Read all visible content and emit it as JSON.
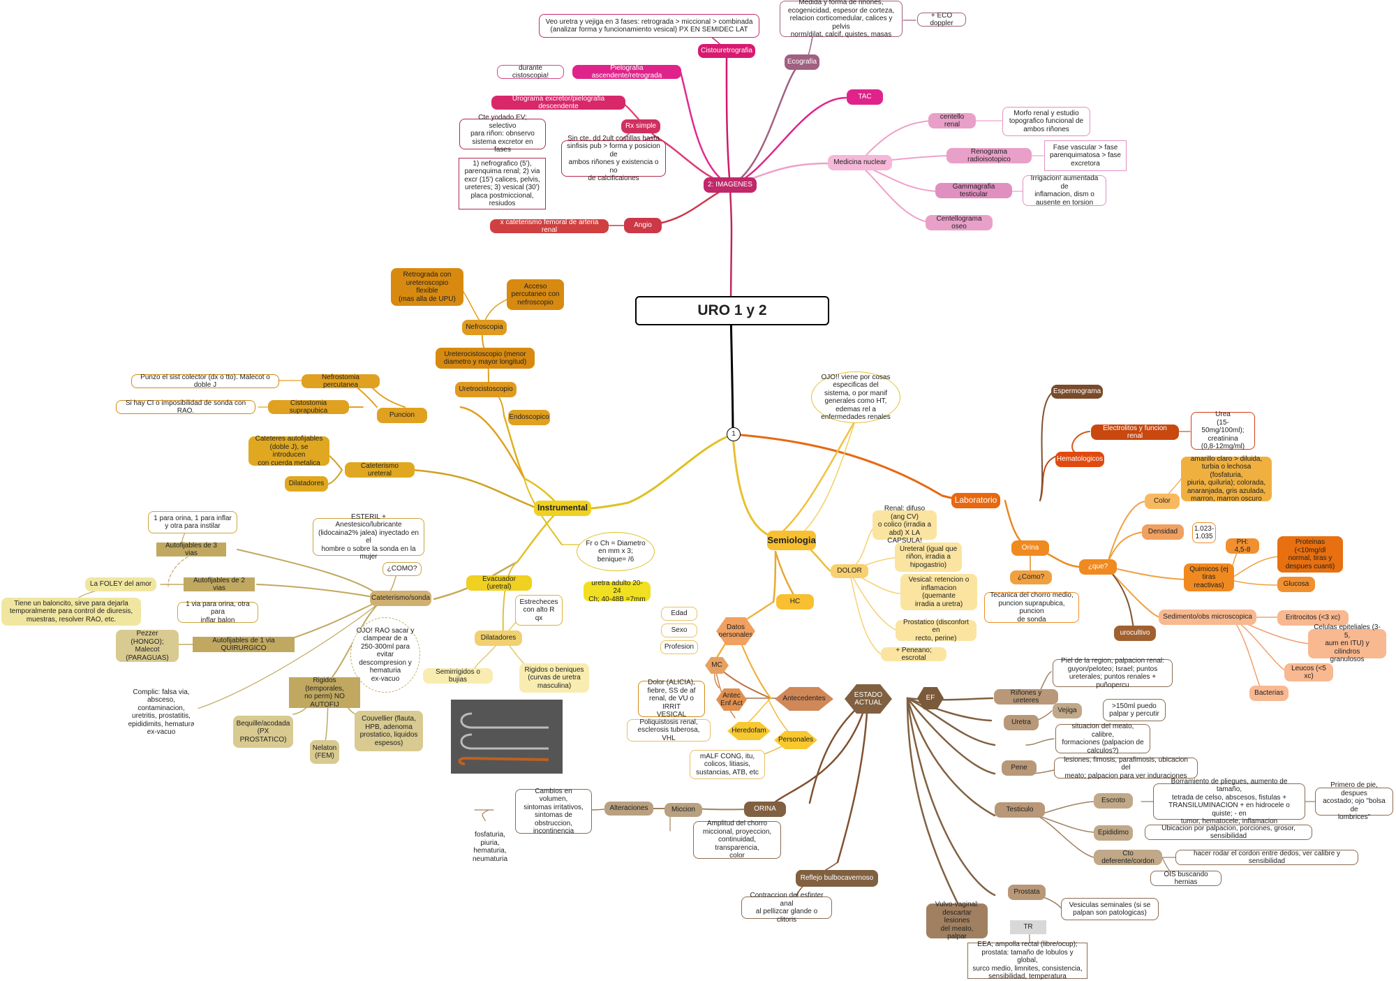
{
  "nodes": {
    "central_title": "URO 1 y 2",
    "badge_1": "1",
    "imagenes": "2: IMAGENES",
    "cistouretrografia": "Cistouretrografia",
    "cistouretrografia_note": "Veo uretra y vejiga en 3 fases: retrograda > miccional > combinada\n(analizar forma y funcionamiento vesical) PX EN SEMIDEC LAT",
    "pielografia_asc": "Pielografia ascendente/retrograda",
    "cistoscopia_note": "durante cistoscopia!",
    "urograma": "Urograma excretor/pielografia descendente",
    "rx_simple": "Rx simple",
    "cte_yodado": "Cte yodado EV; selectivo\npara riñon: obnservo\nsistema excretor en fases",
    "fases_urograma": "1) nefrografico (5'),\nparenquima renal; 2) via\nexcr (15') calices, pelvis,\nureteres; 3) vesical (30')\nplaca postmiccional,\nresiudos",
    "rx_simple_note": "Sin cte, dd 2ult costillas hasta\nsinfisis pub > forma y posicion de\nambos riñones y existencia o no\nde calcificaiones",
    "angio": "Angio",
    "cateterismo_femoral": "x cateterismo femoral de arteria renal",
    "ecografia": "Ecografia",
    "ecografia_note": "Medida y forma de riñones,\necogenicidad, espesor de corteza,\nrelacion corticomedular, calices y pelvis\nnorm/dilat, calcif, quistes, masas",
    "eco_doppler": "+ ECO doppler",
    "tac": "TAC",
    "medicina_nuclear": "Medicina nuclear",
    "centello_renal": "centello renal",
    "centello_renal_note": "Morfo renal y estudio\ntopografico funcional de\nambos riñones",
    "renograma": "Renograma radioisotopico",
    "renograma_note": "Fase vascular > fase\nparenquimatosa > fase\nexcretora",
    "gammagrafia": "Gammagrafia testicular",
    "gammagrafia_note": "Irrigacion! aumentada de\ninflamacion, dism o\nausente en torsion",
    "centellograma": "Centellograma oseo",
    "instrumental": "Instrumental",
    "uretero_flexible": "Retrograda con\nureteroscopio flexible\n(mas alla de UPU)",
    "acceso_percutaneo": "Acceso\npercutaneo con\nnefroscopio",
    "nefroscopia": "Nefroscopia",
    "ureterocistoscopio": "Ureterocistoscopio (menor\ndiametro y mayor longitud)",
    "uretrocistoscopio": "Uretrocistoscopio",
    "endoscopico": "Endoscopico",
    "puncion": "Puncion",
    "nefrostomia": "Nefrostomia percutanea",
    "nefrostomia_note": "Punzo el sist colector (dx o tto). Malecot o doble J",
    "cistostomia": "Cistostomia suprapubica",
    "cistostomia_note": "Si hay CI o imposibilidad de sonda con RAO.",
    "cateterismo_ureteral": "Cateterismo ureteral",
    "cateteres_autofijables": "Cateteres autofijables\n(doble J), se introducen\ncon cuerda metalica",
    "dilatadores_u": "Dilatadores",
    "evacuador": "Evacuador (uretral)",
    "cateterismo_sonda": "Cateterismo/sonda",
    "esteril": "ESTERIL + Anestesico/lubricante\n(lidocaina2% jalea) inyectado en el\nhombre o sobre la sonda en la\nmujer",
    "como": "¿COMO?",
    "tres_vias_note": "1 para orina, 1 para inflar\ny otra para instilar",
    "tres_vias": "Autofijables de 3 vias",
    "dos_vias": "Autofijables de 2 vias",
    "foley": "La FOLEY del amor",
    "baloncito": "Tiene un baloncito, sirve para dejarla\ntemporalmente para control de diuresis,\nmuestras, resolver RAO, etc.",
    "una_via_note": "1 via para orina, otra para\ninflar balon",
    "una_via": "Autofijables de 1 via QUIRURGICO",
    "pezzer": "Pezzer (HONGO);\nMalecot\n(PARAGUAS)",
    "rao_note": "OJO! RAO sacar y\nclampear de a\n250-300ml para\nevitar\ndescompresion y\nhematuria\nex-vacuo",
    "rigidos": "Rigidos (temporales,\nno perm) NO\nAUTOFIJ",
    "complic": "Complic: falsa via,\nabsceso,\ncontaminacion,\nuretritis, prostatitis,\nepididimits, hematura\nex-vacuo",
    "bequille": "Bequille/acodada\n(PX PROSTATICO)",
    "nelaton": "Nelaton\n(FEM)",
    "couvellier": "Couvellier (flauta,\nHPB, adenoma\nprostatico, liquidos\nespesos)",
    "dilatadores": "Dilatadores",
    "estrecheces": "Estrecheces\ncon alto R\nqx",
    "semirrigidos": "Semirrigidos o bujias",
    "rigidos_beniques": "Rigidos o beniques\n(curvas de uretra\nmasculina)",
    "uretra_adulto": "uretra adulto 20-24\nCh; 40-48B =7mm",
    "fr_ch": "Fr o Ch = Diametro\nen mm x 3;\nbenique= /6",
    "semiologia": "Semiologia",
    "ojo_note": "OJO!! viene por cosas\nespecificas del\nsistema, o por manif\ngenerales como HT,\nedemas rel a\nenfermedades renales",
    "dolor": "DOLOR",
    "dolor_renal": "Renal: difuso (ang CV)\no colico (irradia a\nabd) X LA CAPSULA!",
    "dolor_ureteral": "Ureteral (igual que\nriñon, irradia a\nhipogastrio)",
    "dolor_vesical": "Vesical: retencion o\ninflamacion (quemante\nirradia a uretra)",
    "dolor_prostatico": "Prostatico (disconfort en\nrecto, perine)",
    "peneano": "+ Peneano; escrotal",
    "hc": "HC",
    "datos_personales": "Datos\npersonales",
    "edad": "Edad",
    "sexo": "Sexo",
    "profesion": "Profesion",
    "mc": "MC",
    "antec_enf": "Antec\nEnf Act",
    "alicia": "Dolor (ALICIA),\nfiebre, SS de af\nrenal, de VU o IRRIT\nVESICAL",
    "antecedentes": "Antecedentes",
    "heredofam": "Heredofam",
    "heredofam_note": "Poliquistosis renal,\nesclerosis tuberosa, VHL",
    "personales": "Personales",
    "personales_note": "mALF CONG, itu,\ncolicos, litiasis,\nsustancias, ATB, etc",
    "estado_actual": "ESTADO\nACTUAL",
    "ef": "EF",
    "rinones": "Riñones y ureteres",
    "rinones_note": "Piel de la region, palpacion renal:\nguyon/peloteo; Israel; puntos\nureterales; puntos renales + puñopercu",
    "vejiga": "Vejiga",
    "vejiga_note": ">150ml puedo\npalpar y percutir",
    "uretra": "Uretra",
    "uretra_note": "situacion del meato, calibre,\nformaciones (palpacion de\ncalculos?)",
    "pene": "Pene",
    "pene_note": "lesiones, fimosis, parafimosis, ubicacion del\nmeato; palpacion para ver induraciones",
    "testiculo": "Testiculo",
    "escroto": "Escroto",
    "escroto_note": "Borramiento de pliegues, aumento de tamaño,\ntetrada de celso, abscesos, fistulas +\nTRANSILUMINACION + en hidrocele o quiste; - en\ntumor, hematocele, inflamacion",
    "primero_pie": "Primero de pie, despues\nacostado; ojo \"bolsa de\nlombrices\"",
    "epididimo": "Epididimo",
    "epididimo_note": "Ubicacion por palpacion, porciones, grosor, sensibilidad",
    "cto_deferente": "Cto deferente/cordon",
    "cto_deferente_note": "hacer rodar el cordon entre dedos, ver calibre y sensibilidad",
    "ois": "OIS buscando hernias",
    "prostata": "Prostata",
    "prostata_note": "Vesiculas seminales (si se\npalpan son patologicas)",
    "tr": "TR",
    "tr_note": "EEA; ampolla rectal (libre/ocup);\nprostata: tamaño de lobulos y global,\nsurco medio, limnites, consistencia,\nsensibilidad, temperatura",
    "vulvo_vaginal": "Vulvo-vaginal:\ndescartar lesiones\ndel meato, palpar",
    "reflejo": "Reflejo bulbocavernoso",
    "reflejo_note": "Contraccion del esfinter anal\nal pellizcar glande o clitoris",
    "orina_ef": "ORINA",
    "amplitud_chorro": "Amplitud del chorro\nmiccional, proyeccion,\ncontinuidad, transparencia,\ncolor",
    "miccion": "Miccion",
    "alteraciones": "Alteraciones",
    "cambios_volumen": "Cambios en volumen,\nsintomas irritativos,\nsintomas de\nobstruccion,\nincontinencia",
    "fosfaturia": "fosfaturia,\npiuria,\nhematuria,\nneumaturia",
    "laboratorio": "Laboratorio",
    "espermograma": "Espermograma",
    "hematologicos": "Hematologicos",
    "electrolitos": "Electrolitos y funcion renal",
    "urea": "Urea\n(15-50mg/100ml);\ncreatinina\n(0,8-12mg/ml)",
    "orina_lab": "Orina",
    "como_orina": "¿Como?",
    "tecnica_chorro": "Tecanica del chorro medio,\npuncion suprapubica, puncion\nde sonda",
    "que": "¿que?",
    "urocultivo": "urocultivo",
    "color": "Color",
    "color_note": "amarillo claro > diluida,\nturbia o lechosa (fosfaturia,\npiuria, quiluria); colorada,\nanaranjada, gris azulada,\nmarron, marron oscuro",
    "densidad": "Densidad",
    "densidad_note": "1.023-\n1.035",
    "quimicos": "Quimicos (ej\ntiras reactivas)",
    "ph": "PH: 4,5-8",
    "proteinas": "Proteinas (<10mg/dl\nnormal, tiras y\ndespues cuanti)",
    "glucosa": "Glucosa",
    "sedimento": "Sedimento/obs microscopica",
    "eritrocitos": "Eritrocitos (<3 xc)",
    "celulas_epiteliales": "Celulas epiteliales (3-5,\naum en ITU) y cilindros\ngranulosos",
    "leucos": "Leucos (<5 xc)",
    "bacterias": "Bacterias"
  }
}
